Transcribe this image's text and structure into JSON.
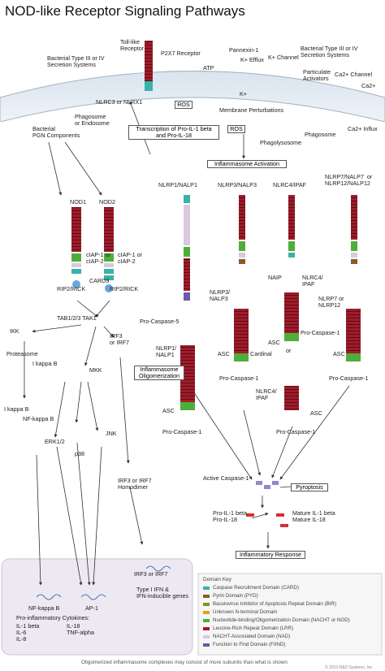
{
  "title": "NOD-like Receptor Signaling Pathways",
  "labels": {
    "bact_left": "Bacterial Type III or IV\nSecretion Systems",
    "tlr": "Toll-like\nReceptor",
    "p2x7": "P2X7 Receptor",
    "atp": "ATP",
    "pannexin": "Pannexin-1",
    "k_efflux": "K+ Efflux",
    "k_channel": "K+ Channel",
    "kplus": "K+",
    "bact_right": "Bacterial Type III or IV\nSecretion Systems",
    "particulate": "Particulate\nActivators",
    "ca_channel": "Ca2+ Channel",
    "ca_top": "Ca2+",
    "ca_influx": "Ca2+ Influx",
    "nlrc3": "NLRC3 or NLRX1",
    "phagosome_endo": "Phagosome\nor Endosome",
    "bact_pgn": "Bacterial\nPGN Components",
    "ros1": "ROS",
    "ros2": "ROS",
    "membrane_pert": "Membrane Perturbations",
    "phagosome": "Phagosome",
    "phagolysosome": "Phagolysosome",
    "transcription": "Transcription of Pro-IL-1 beta\nand Pro-IL-18",
    "inflammasome_activation": "Inflammasome Activation",
    "nod1": "NOD1",
    "nod2": "NOD2",
    "ciap_1": "cIAP-1 or\ncIAP-2",
    "ciap_2": "cIAP-1 or\ncIAP-2",
    "card9": "CARD9",
    "rip2_1": "RIP2/RICK",
    "rip2_2": "RIP2/RICK",
    "tab": "TAB1/2/3 TAK1",
    "ikk": "IKK",
    "irf3_a": "IRF3\nor IRF7",
    "proteasome": "Proteasome",
    "ikb1": "I kappa B",
    "ikb2": "I kappa B",
    "nfkb_mid": "NF-kappa B",
    "mkk": "MKK",
    "erk": "ERK1/2",
    "p38": "p38",
    "jnk": "JNK",
    "irf_homo": "IRF3 or IRF7\nHomodimer",
    "irf3_b": "IRF3 or IRF7",
    "nfkb_bottom": "NF-kappa B",
    "ap1": "AP-1",
    "type1_ifn": "Type I IFN &\nIFN-inducible genes",
    "cytokines_title": "Pro-inflammatory Cytokines:",
    "cytokines_col1": "IL-1 beta\nIL-6\nIL-8",
    "cytokines_col2": "IL-18\nTNF-alpha",
    "nlrp1": "NLRP1/NALP1",
    "nlrp3": "NLRP3/NALP3",
    "nlrc4": "NLRC4/IPAF",
    "nlrp7": "NLRP7/NALP7  or\nNLRP12/NALP12",
    "pro_casp5": "Pro-Caspase-5",
    "nlrp1_b": "NLRP1/\nNALP1",
    "inflam_olig": "Inflammasome\nOligomerization",
    "asc1": "ASC",
    "procasp1_a": "Pro-Caspase-1",
    "nlrp3_b": "NLRP3/\nNALP3",
    "asc2": "ASC",
    "cardinal": "Cardinal",
    "procasp1_b": "Pro-Caspase-1",
    "naip": "NAIP",
    "nlrc4_b": "NLRC4/\nIPAF",
    "asc3": "ASC",
    "or": "or",
    "procasp1_c": "Pro-Caspase-1",
    "nlrc4_c": "NLRC4/\nIPAF",
    "asc4": "ASC",
    "procasp1_d": "Pro-Caspase-1",
    "nlrp7_b": "NLRP7 or\nNLRP12",
    "asc5": "ASC",
    "procasp1_e": "Pro-Caspase-1",
    "active_casp": "Active Caspase-1",
    "pyroptosis": "Pyroptosis",
    "pro_il": "Pro-IL-1 beta\nPro-IL-18",
    "mature_il": "Mature IL-1 beta\nMature IL-18",
    "inflam_response": "Inflammatory Response",
    "key_title": "Domain Key",
    "footer": "Oligomerized inflammasome complexes may consist of more subunits than what is shown",
    "copyright": "© 2013 R&D Systems, Inc."
  },
  "domain_key": [
    {
      "label": "Caspase Recruitment Domain (CARD)",
      "color": "#38b2a8"
    },
    {
      "label": "Pyrin Domain (PYD)",
      "color": "#8b5a2b"
    },
    {
      "label": "Baculovirus Inhibitor of Apoptosis Repeat Domain (BIR)",
      "color": "#7a9a1c"
    },
    {
      "label": "Unknown N-terminal Domain",
      "color": "#e0a020"
    },
    {
      "label": "Nucleotide-binding/Oligomerization Domain (NACHT or NOD)",
      "color": "#4fae3a"
    },
    {
      "label": "Leucine-Rich Repeat Domain (LRR)",
      "color": "#a01c2a"
    },
    {
      "label": "NACHT-Associated Domain (NAD)",
      "color": "#d9c8e0"
    },
    {
      "label": "Function to Find Domain (FIIND)",
      "color": "#6a5aa8"
    }
  ]
}
